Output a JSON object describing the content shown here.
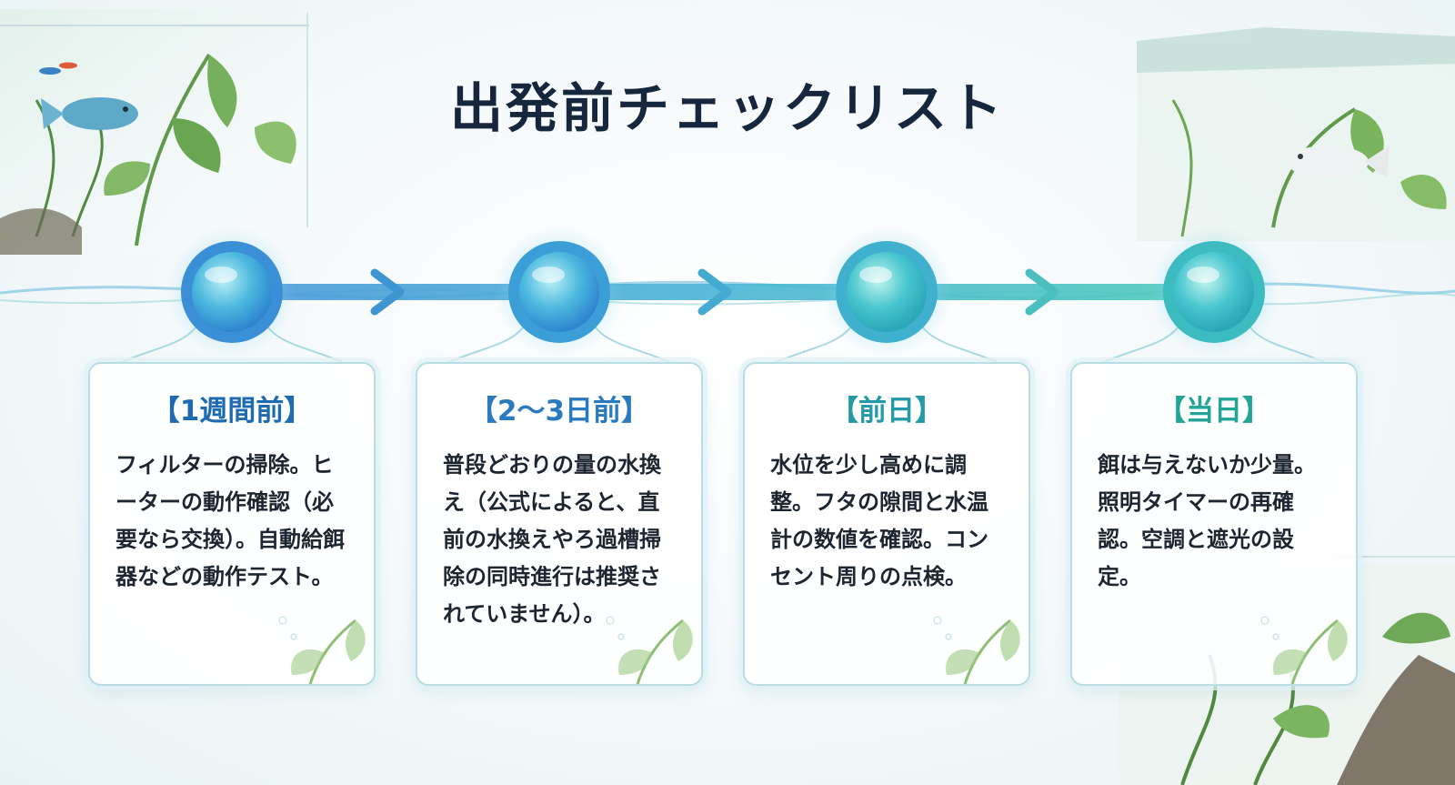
{
  "title": "出発前チェックリスト",
  "steps": [
    {
      "label": "【1週間前】",
      "text": "フィルターの掃除。ヒーターの動作確認（必要なら交換）。自動給餌器などの動作テスト。"
    },
    {
      "label": "【2〜3日前】",
      "text": "普段どおりの量の水換え（公式によると、直前の水換えやろ過槽掃除の同時進行は推奨されていません）。"
    },
    {
      "label": "【前日】",
      "text": "水位を少し高めに調整。フタの隙間と水温計の数値を確認。コンセント周りの点検。"
    },
    {
      "label": "【当日】",
      "text": "餌は与えないか少量。照明タイマーの再確認。空調と遮光の設定。"
    }
  ],
  "colors": {
    "title": "#16263d",
    "accent_blue": "#1e6bb3",
    "accent_teal": "#22a596"
  }
}
